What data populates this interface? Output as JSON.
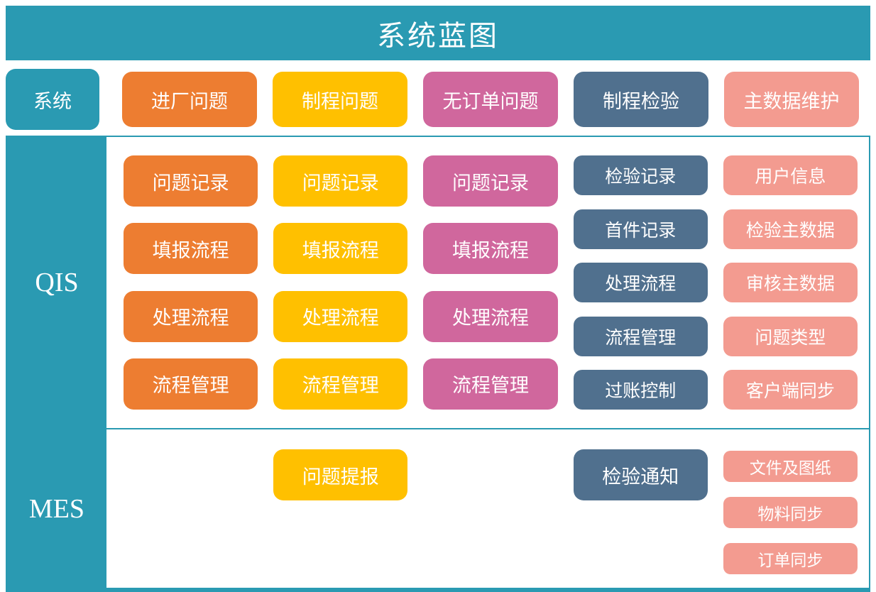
{
  "title": "系统蓝图",
  "labels": {
    "system": "系统",
    "qis": "QIS",
    "mes": "MES"
  },
  "colors": {
    "teal": "#2A9AB2",
    "orange": "#ED7D31",
    "yellow": "#FFC000",
    "pink": "#D0679D",
    "blue": "#50708E",
    "salmon": "#F39B90"
  },
  "headers": [
    {
      "label": "进厂问题",
      "color": "orange"
    },
    {
      "label": "制程问题",
      "color": "yellow"
    },
    {
      "label": "无订单问题",
      "color": "pink"
    },
    {
      "label": "制程检验",
      "color": "blue"
    },
    {
      "label": "主数据维护",
      "color": "salmon"
    }
  ],
  "qis": {
    "incoming": [
      "问题记录",
      "填报流程",
      "处理流程",
      "流程管理"
    ],
    "process": [
      "问题记录",
      "填报流程",
      "处理流程",
      "流程管理"
    ],
    "no_order": [
      "问题记录",
      "填报流程",
      "处理流程",
      "流程管理"
    ],
    "inspection": [
      "检验记录",
      "首件记录",
      "处理流程",
      "流程管理",
      "过账控制"
    ],
    "master_data": [
      "用户信息",
      "检验主数据",
      "审核主数据",
      "问题类型",
      "客户端同步"
    ]
  },
  "mes": {
    "process": [
      "问题提报"
    ],
    "inspection": [
      "检验通知"
    ],
    "master_data": [
      "文件及图纸",
      "物料同步",
      "订单同步"
    ]
  }
}
